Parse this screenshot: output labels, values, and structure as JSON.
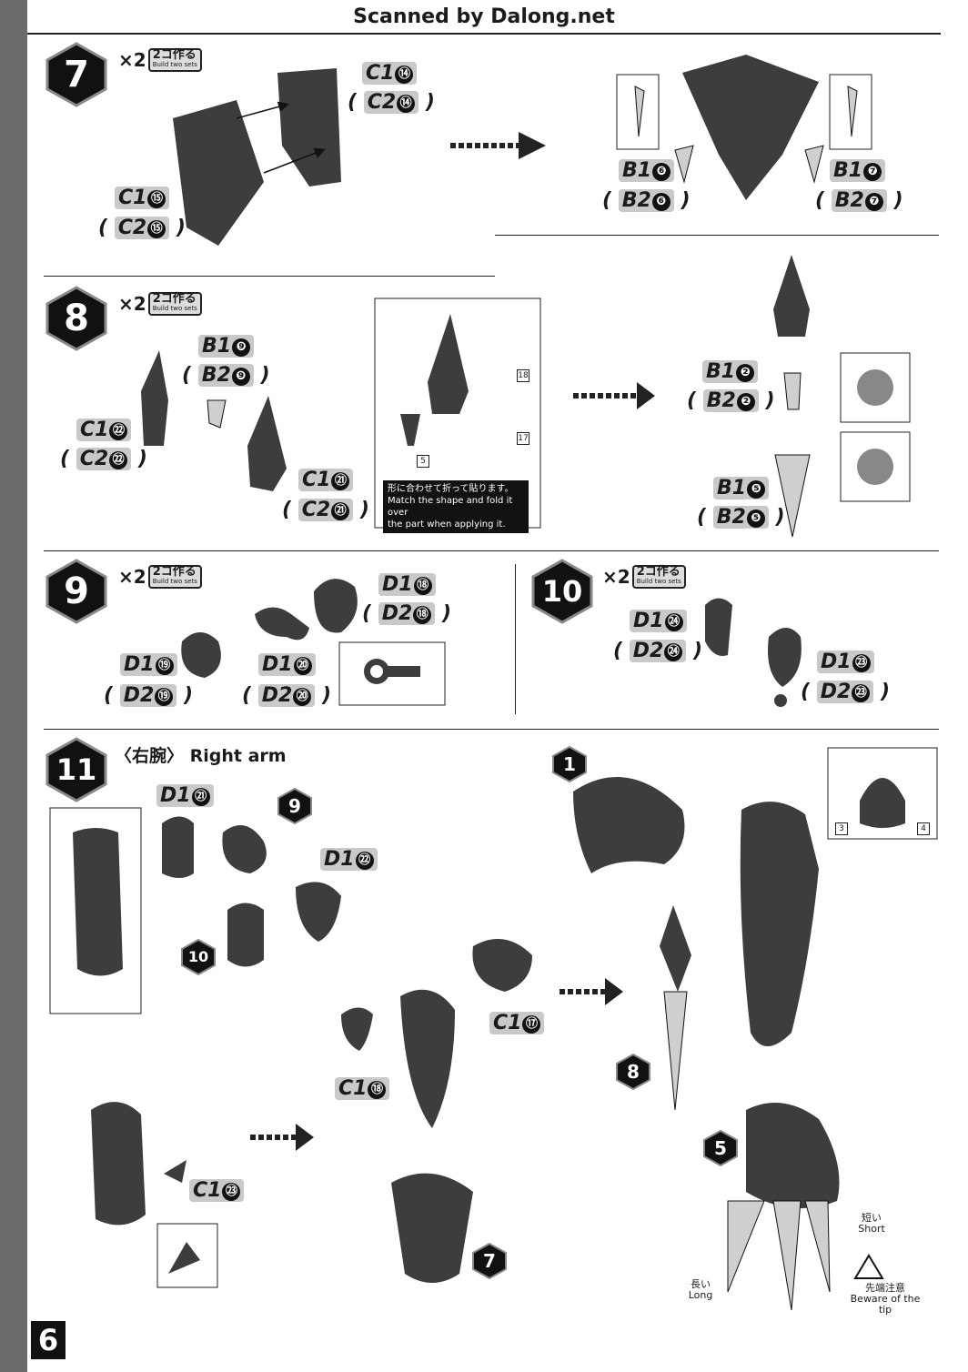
{
  "watermark": "Scanned by Dalong.net",
  "page_number": "6",
  "steps": [
    {
      "label": "7",
      "multiplier": "×2",
      "jp": "2コ作る",
      "en": "Build two sets"
    },
    {
      "label": "8",
      "multiplier": "×2",
      "jp": "2コ作る",
      "en": "Build two sets"
    },
    {
      "label": "9",
      "multiplier": "×2",
      "jp": "2コ作る",
      "en": "Build two sets"
    },
    {
      "label": "10",
      "multiplier": "×2",
      "jp": "2コ作る",
      "en": "Build two sets"
    },
    {
      "label": "11",
      "title_jp": "〈右腕〉",
      "title_en": "Right arm"
    }
  ],
  "parts": {
    "c1_14": "C1",
    "n14": "⑭",
    "c2_14": "C2",
    "c1_15": "C1",
    "n15": "⑮",
    "c2_15": "C2",
    "b1_6": "B1",
    "n6": "❻",
    "b2_6": "B2",
    "b1_7": "B1",
    "n7": "❼",
    "b2_7": "B2",
    "b1_9": "B1",
    "n9": "❾",
    "b2_9": "B2",
    "c1_22": "C1",
    "n22": "㉒",
    "c2_22": "C2",
    "c1_21": "C1",
    "n21": "㉑",
    "c2_21": "C2",
    "b1_2": "B1",
    "n2": "❷",
    "b2_2": "B2",
    "b1_5": "B1",
    "n5": "❺",
    "b2_5": "B2",
    "d1_18": "D1",
    "n18": "⑱",
    "d2_18": "D2",
    "d1_19": "D1",
    "n19": "⑲",
    "d2_19": "D2",
    "d1_20": "D1",
    "n20": "⑳",
    "d2_20": "D2",
    "d1_24": "D1",
    "n24": "㉔",
    "d2_24": "D2",
    "d1_23": "D1",
    "n23": "㉓",
    "d2_23": "D2",
    "d1_21": "D1",
    "d1_22": "D1",
    "c1_17": "C1",
    "n17": "⑰",
    "c1_18": "C1",
    "c1_23": "C1"
  },
  "sticker_note": {
    "jp": "形に合わせて折って貼ります。",
    "en1": "Match the shape and fold it over",
    "en2": "the part when applying it."
  },
  "sticker_ids": [
    "18",
    "17",
    "5",
    "3",
    "4"
  ],
  "refs": [
    "9",
    "10",
    "1",
    "8",
    "5",
    "7"
  ],
  "labels": {
    "short_jp": "短い",
    "short_en": "Short",
    "long_jp": "長い",
    "long_en": "Long",
    "caution_jp": "先端注意",
    "caution_en": "Beware of the tip",
    "p1": "1",
    "p2": "2"
  },
  "colors": {
    "part_dark": "#3d3d3d",
    "part_mid": "#5a5a5a",
    "clear": "#cfcfcf",
    "box_bg": "#c9c9c9"
  }
}
